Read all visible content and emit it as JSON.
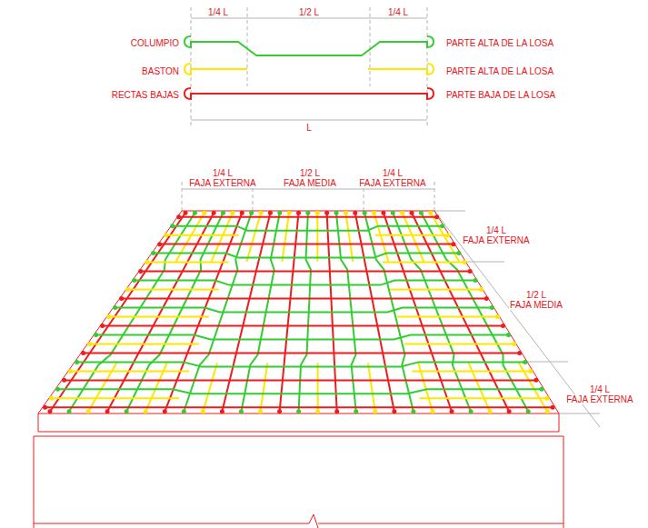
{
  "diagram": {
    "labels": [
      "1/4 L",
      "1/2 L",
      "1/4 L",
      "PARTE ALTA DE LA LOSA",
      "PARTE ALTA DE LA LOSA",
      "PARTE BAJA DE LA LOSA",
      "L",
      "1/4 L",
      "FAJA EXTERNA",
      "1/2 L",
      "FAJA MEDIA",
      "1/4 L",
      "FAJA EXTERNA",
      "1/4 L",
      "FAJA EXTERNA",
      "1/2 L",
      "FAJA MEDIA",
      "1/4 L",
      "FAJA EXTERNA"
    ],
    "legend": [
      {
        "text": "COLUMPIO"
      },
      {
        "text": "BASTON"
      },
      {
        "text": "RECTAS BAJAS"
      }
    ]
  }
}
